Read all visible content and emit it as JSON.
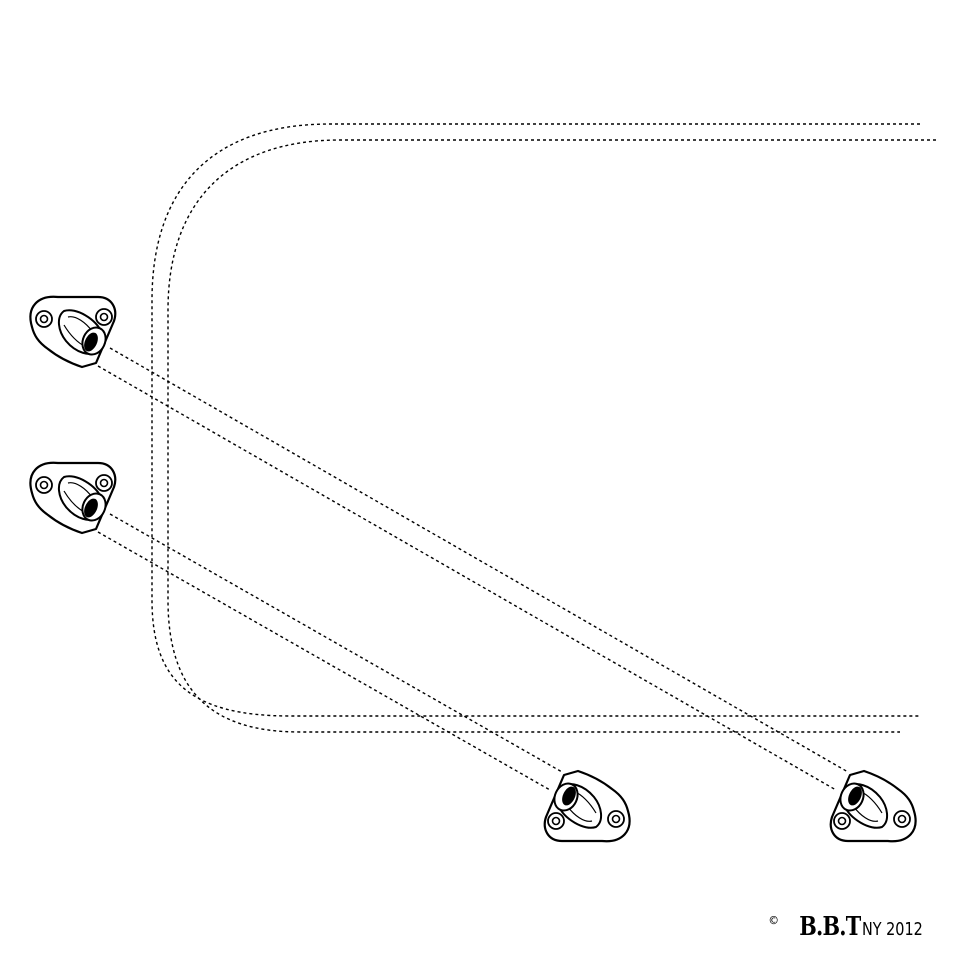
{
  "copyright": {
    "symbol": "©",
    "brand": "B.B.T",
    "tag": "NY 2012"
  },
  "colors": {
    "ink": "#000000",
    "background": "#ffffff"
  },
  "parts": [
    {
      "name": "mount-bracket",
      "count": 4
    }
  ]
}
